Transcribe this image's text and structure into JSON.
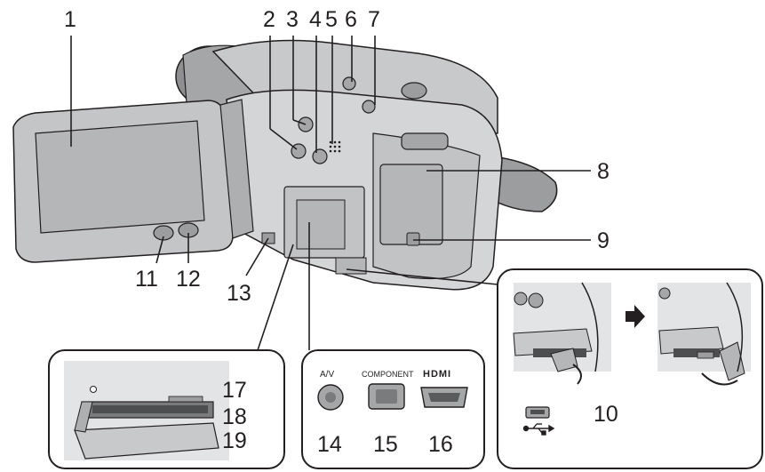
{
  "callouts": {
    "c1": "1",
    "c2": "2",
    "c3": "3",
    "c4": "4",
    "c5": "5",
    "c6": "6",
    "c7": "7",
    "c8": "8",
    "c9": "9",
    "c10": "10",
    "c11": "11",
    "c12": "12",
    "c13": "13",
    "c14": "14",
    "c15": "15",
    "c16": "16",
    "c17": "17",
    "c18": "18",
    "c19": "19"
  },
  "ports": {
    "av": "A/V",
    "component": "COMPONENT",
    "hdmi": "HDMI"
  },
  "icons": {
    "arrow": "right-arrow-icon",
    "usb": "usb-icon"
  },
  "colors": {
    "line": "#231f20",
    "body_light": "#d4d5d6",
    "body_mid": "#b9babb",
    "body_dark": "#8e8f90",
    "screen": "#b5b6b7",
    "panel_bg": "#ffffff"
  }
}
